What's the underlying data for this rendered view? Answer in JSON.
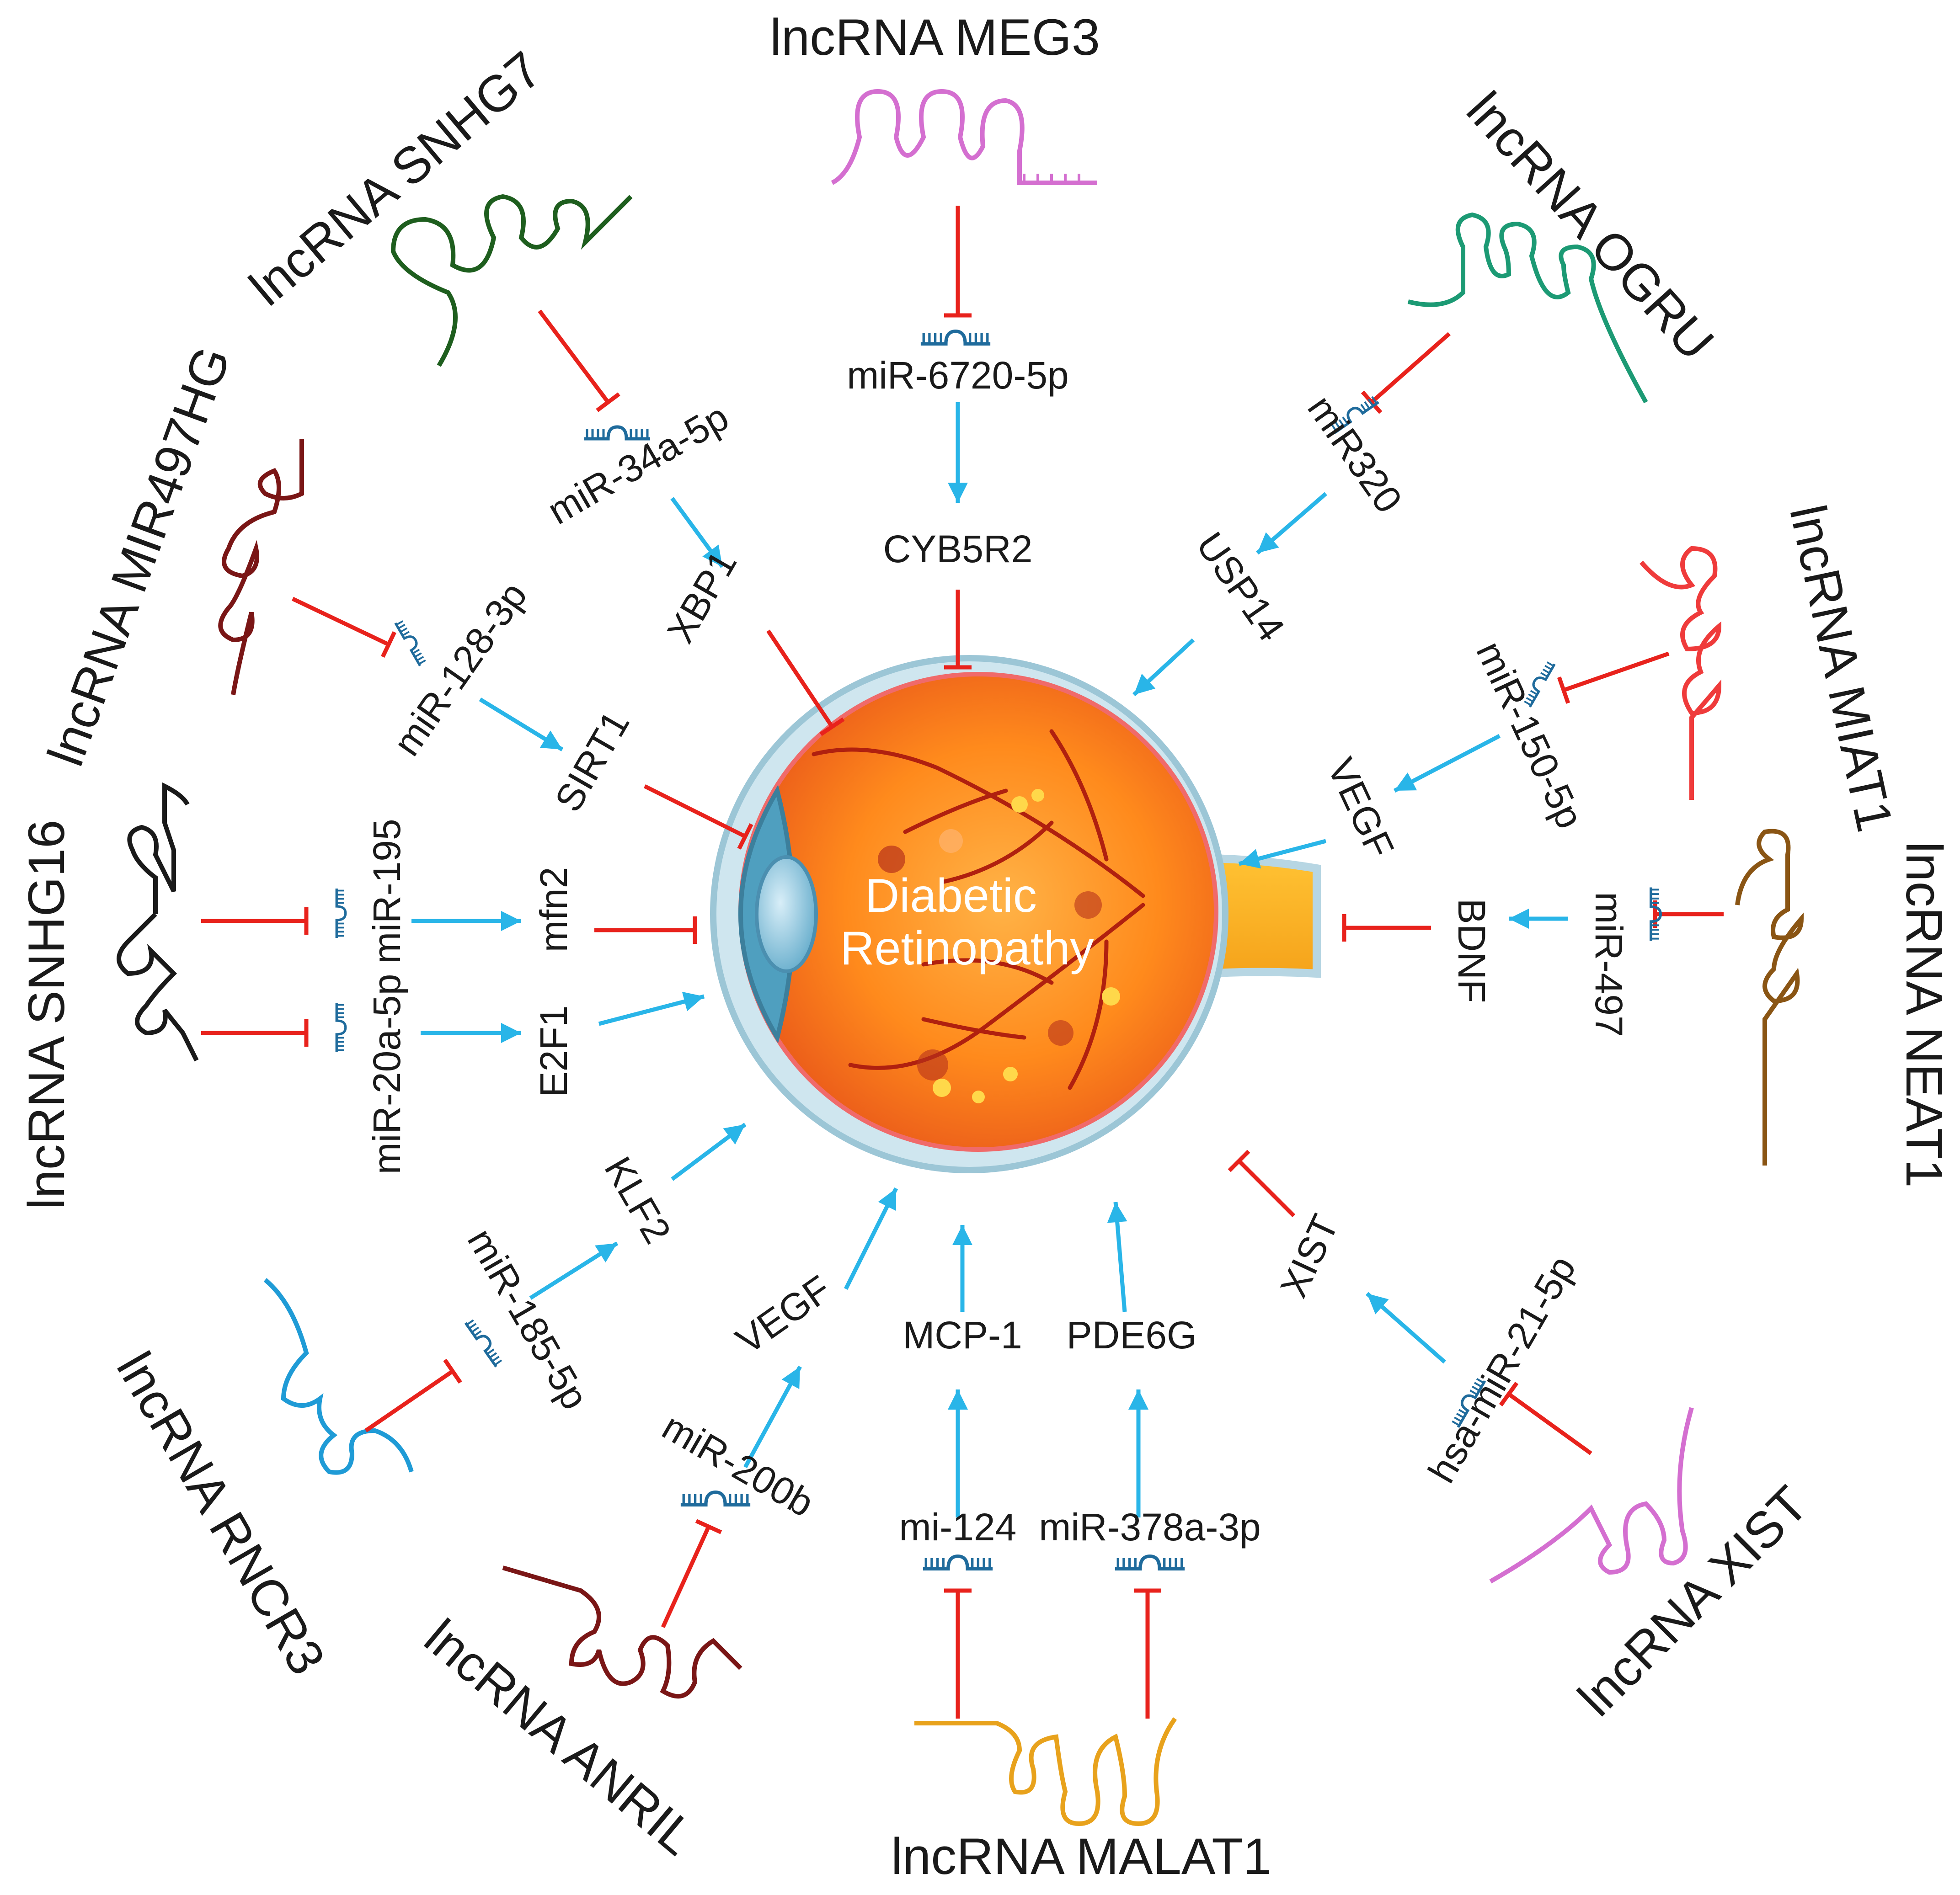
{
  "center": {
    "line1": "Diabetic",
    "line2": "Retinopathy"
  },
  "colors": {
    "activation": "#29b5e8",
    "inhibition": "#e8221c",
    "mirna": "#1f6b9c"
  },
  "pathways": [
    {
      "id": "meg3",
      "lncrna": "lncRNA MEG3",
      "color": "#d46fd0",
      "mirna": "miR-6720-5p",
      "target": "CYB5R2",
      "target_effect": "inhibit"
    },
    {
      "id": "ogru",
      "lncrna": "lncRNA OGRU",
      "color": "#1c9a74",
      "mirna": "miR320",
      "target": "USP14",
      "target_effect": "activate"
    },
    {
      "id": "miat1",
      "lncrna": "lncRNA MIAT1",
      "color": "#ef3b3b",
      "mirna": "miR-150-5p",
      "target": "VEGF",
      "target_effect": "activate"
    },
    {
      "id": "neat1",
      "lncrna": "lncRNA  NEAT1",
      "color": "#8a5514",
      "mirna": "miR-497",
      "target": "BDNF",
      "target_effect": "inhibit"
    },
    {
      "id": "xist",
      "lncrna": "lncRNA XIST",
      "color": "#d46fd0",
      "mirna": "hsa-miR-21-5p",
      "target": "XIST",
      "target_effect": "inhibit"
    },
    {
      "id": "malat1a",
      "lncrna": "lncRNA MALAT1",
      "color": "#e8a21c",
      "mirna": "miR-378a-3p",
      "target": "PDE6G",
      "target_effect": "activate"
    },
    {
      "id": "malat1b",
      "lncrna": "",
      "color": "#e8a21c",
      "mirna": "mi-124",
      "target": "MCP-1",
      "target_effect": "activate"
    },
    {
      "id": "anril",
      "lncrna": "lncRNA ANRIL",
      "color": "#7a1616",
      "mirna": "miR-200b",
      "target": "VEGF",
      "target_effect": "activate"
    },
    {
      "id": "rncr3",
      "lncrna": "lncRNA RNCR3",
      "color": "#1f9bd6",
      "mirna": "miR-185-5p",
      "target": "KLF2",
      "target_effect": "activate"
    },
    {
      "id": "snhg16a",
      "lncrna": "lncRNA SNHG16",
      "color": "#1a1a1a",
      "mirna": "miR-20a-5p",
      "target": "E2F1",
      "target_effect": "activate"
    },
    {
      "id": "snhg16b",
      "lncrna": "",
      "color": "#1a1a1a",
      "mirna": "miR-195",
      "target": "mfn2",
      "target_effect": "inhibit"
    },
    {
      "id": "mir497hg",
      "lncrna": "lncRNA MIR497HG",
      "color": "#7a1616",
      "mirna": "miR-128-3p",
      "target": "SIRT1",
      "target_effect": "inhibit"
    },
    {
      "id": "snhg7",
      "lncrna": "lncRNA SNHG7",
      "color": "#1e5e1e",
      "mirna": "miR-34a-5p",
      "target": "XBP1",
      "target_effect": "inhibit"
    }
  ]
}
